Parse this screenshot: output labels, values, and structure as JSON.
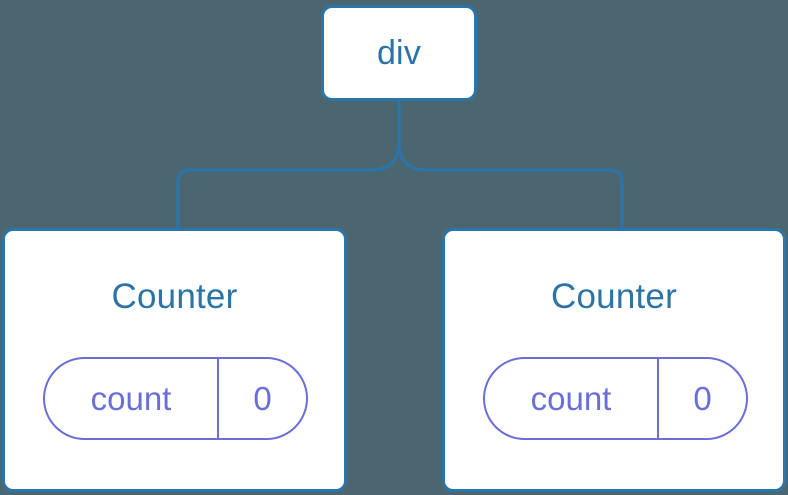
{
  "diagram": {
    "title": "React component tree with div root and two Counter children",
    "background_color": "#4c6671",
    "node_border_color": "#2b75a8",
    "node_text_color": "#2c74a5",
    "connector_color": "#2b75a8",
    "state_color": "#6a6fd6",
    "root": {
      "label": "div"
    },
    "children": [
      {
        "label": "Counter",
        "state": {
          "key": "count",
          "value": "0"
        }
      },
      {
        "label": "Counter",
        "state": {
          "key": "count",
          "value": "0"
        }
      }
    ]
  }
}
